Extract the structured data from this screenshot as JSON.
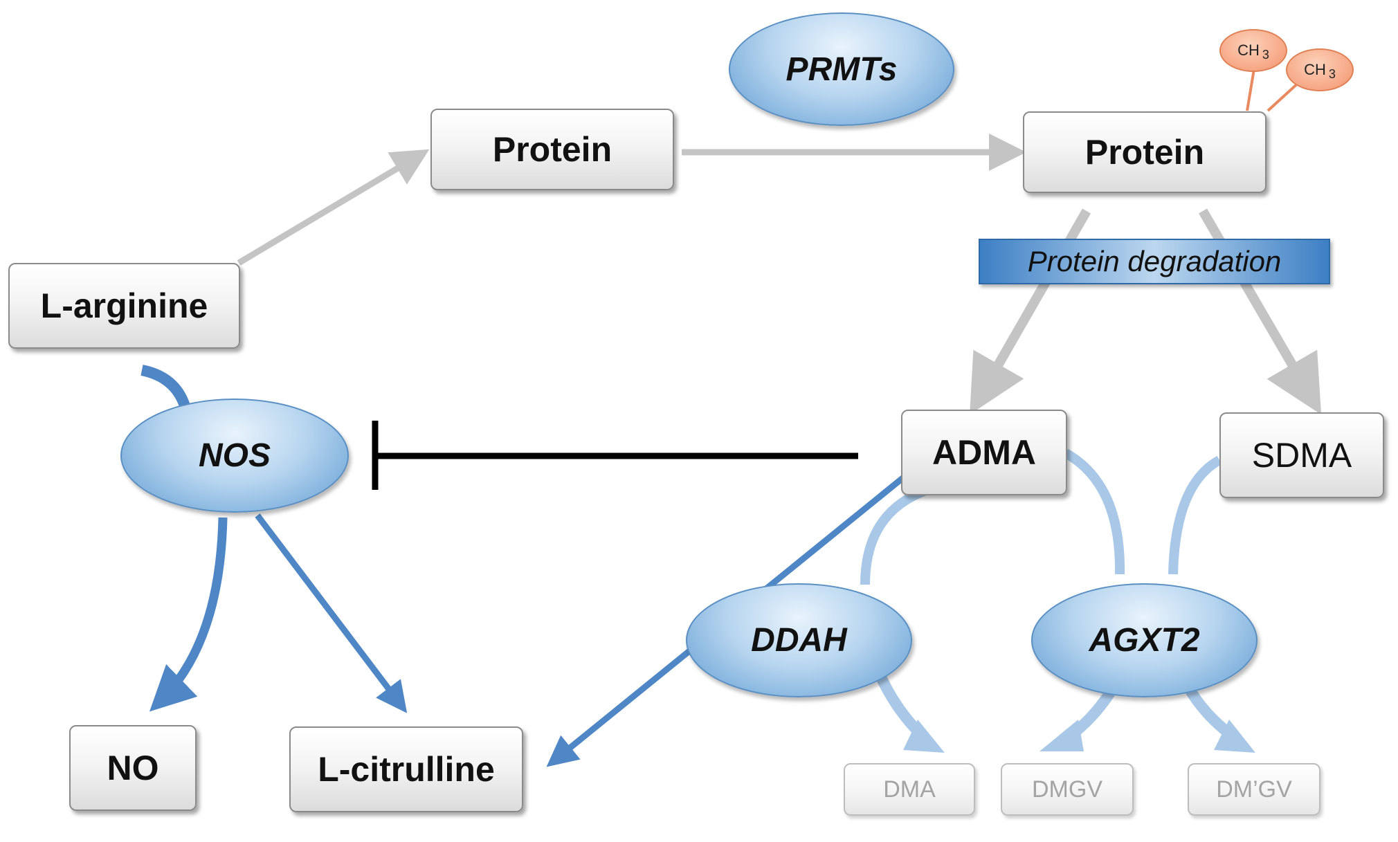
{
  "colors": {
    "gray_arrow": "#c4c4c4",
    "blue_arrow": "#4f87c6",
    "light_blue_arrow": "#a9c8e8",
    "inhibitor": "#000000",
    "methyl_orange": "#f4a98a"
  },
  "nodes": {
    "protein_left": "Protein",
    "protein_right": "Protein",
    "l_arginine": "L-arginine",
    "adma": "ADMA",
    "sdma": "SDMA",
    "no": "NO",
    "l_citrulline": "L-citrulline",
    "dma": "DMA",
    "dmgv": "DMGV",
    "dm_prime_gv": "DM’GV"
  },
  "enzymes": {
    "prmts": "PRMTs",
    "nos": "NOS",
    "ddah": "DDAH",
    "agxt2": "AGXT2"
  },
  "process_label": "Protein degradation",
  "methyl_groups": [
    {
      "main": "CH",
      "sub": "3"
    },
    {
      "main": "CH",
      "sub": "3"
    }
  ]
}
